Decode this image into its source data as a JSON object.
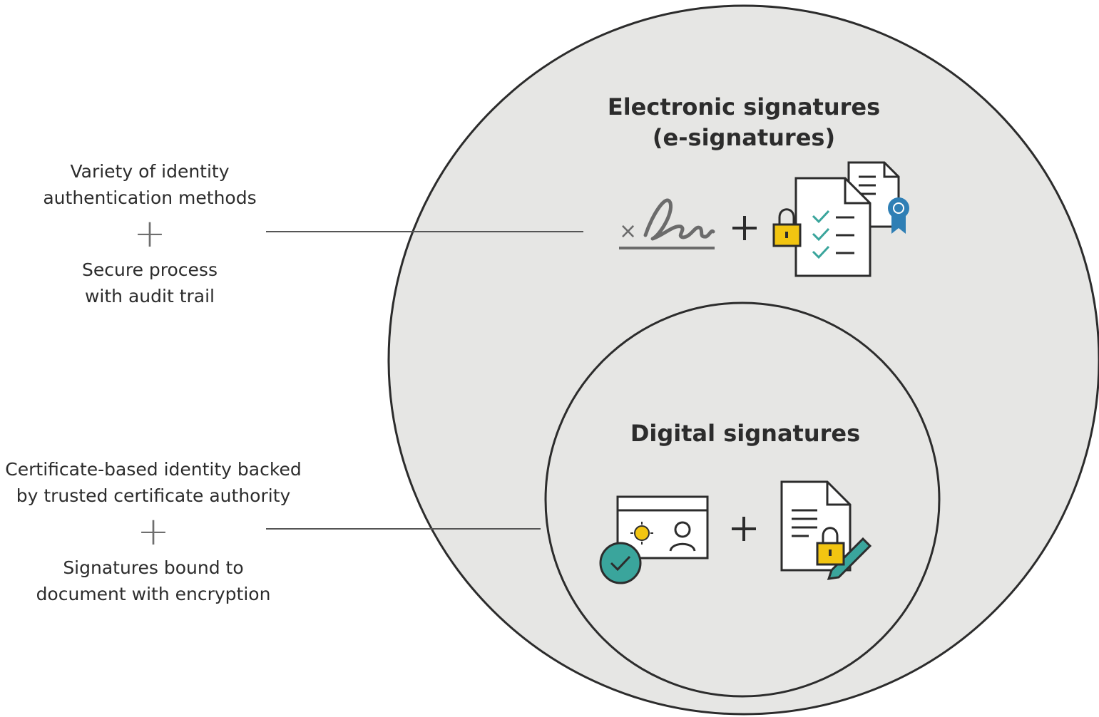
{
  "outer": {
    "title_line1": "Electronic signatures",
    "title_line2": "(e-signatures)",
    "left_text_line1": "Variety of identity",
    "left_text_line2": "authentication methods",
    "left_plus": "+",
    "left_text_line3": "Secure process",
    "left_text_line4": "with audit trail",
    "icon_plus": "+",
    "signature_mark": "× len"
  },
  "inner": {
    "title": "Digital signatures",
    "left_text_line1": "Certificate-based identity backed",
    "left_text_line2": "by trusted certificate authority",
    "left_plus": "+",
    "left_text_line3": "Signatures bound to",
    "left_text_line4": "document with encryption",
    "icon_plus": "+"
  },
  "colors": {
    "circle_fill": "#e6e6e4",
    "circle_stroke": "#2c2c2c",
    "lock_yellow": "#f2c511",
    "check_teal": "#3aa59c",
    "ribbon_blue": "#2f7fb5",
    "seal_yellow": "#f2c511"
  },
  "icons": [
    "signature-icon",
    "locked-checklist-document-icon",
    "certificate-ribbon-icon",
    "id-card-certificate-icon",
    "verified-check-icon",
    "locked-document-pen-icon"
  ]
}
